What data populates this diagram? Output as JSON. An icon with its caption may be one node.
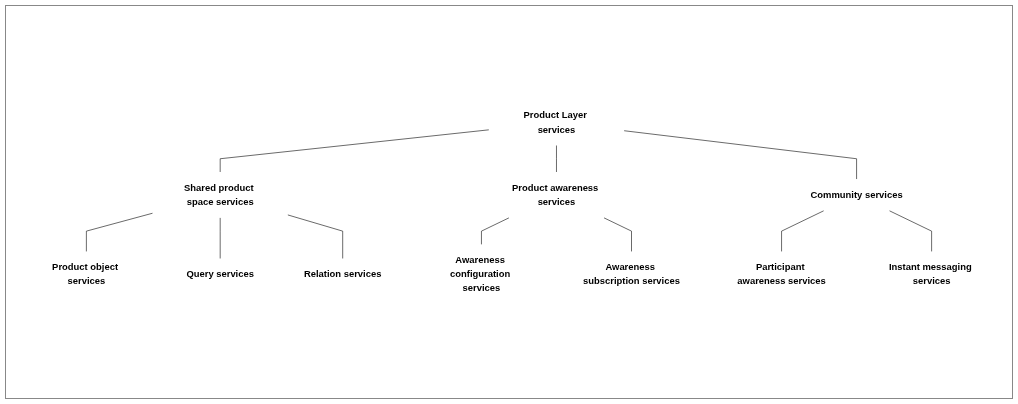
{
  "diagram": {
    "nodes": [
      {
        "text": [
          "Product Layer services"
        ]
      },
      {
        "text": [
          "Shared product space services"
        ]
      },
      {
        "text": [
          "Product awareness services"
        ]
      },
      {
        "text": [
          "Community services"
        ]
      },
      {
        "text": [
          "Product object services"
        ]
      },
      {
        "text": [
          "Query services"
        ]
      },
      {
        "text": [
          "Relation services"
        ]
      },
      {
        "text": [
          "Awareness configuration services"
        ]
      },
      {
        "text": [
          "Awareness subscription services"
        ]
      },
      {
        "text": [
          "Participant awareness services"
        ]
      },
      {
        "text": [
          "Instant messaging services"
        ]
      }
    ],
    "edges": [
      {
        "from": 0,
        "to": 1,
        "arrow": "none"
      },
      {
        "from": 0,
        "to": 2,
        "arrow": "none"
      },
      {
        "from": 0,
        "to": 3,
        "arrow": "none"
      },
      {
        "from": 1,
        "to": 4,
        "arrow": "none"
      },
      {
        "from": 1,
        "to": 5,
        "arrow": "none"
      },
      {
        "from": 1,
        "to": 6,
        "arrow": "none"
      },
      {
        "from": 2,
        "to": 7,
        "arrow": "none"
      },
      {
        "from": 2,
        "to": 8,
        "arrow": "none"
      },
      {
        "from": 3,
        "to": 9,
        "arrow": "none"
      },
      {
        "from": 3,
        "to": 10,
        "arrow": "none"
      }
    ]
  }
}
